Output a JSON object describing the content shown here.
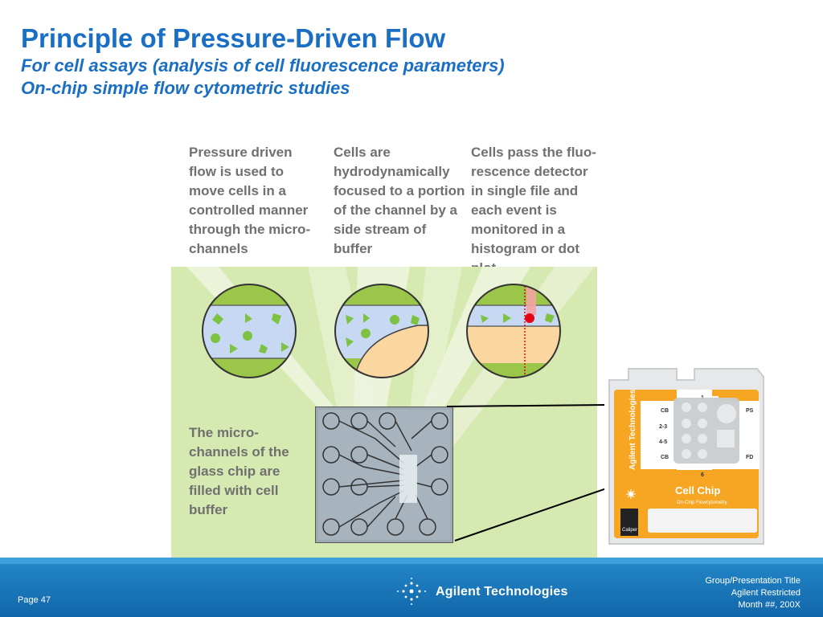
{
  "title": "Principle of Pressure-Driven Flow",
  "subtitle": "For cell assays (analysis of cell fluorescence parameters)",
  "subtitle2": "On-chip simple flow cytometric studies",
  "steps": [
    {
      "text": "Pressure driven flow is used to move cells in a controlled manner through the micro-channels"
    },
    {
      "text": "Cells are hydrodynamically focused to a portion of the channel by a side stream of buffer"
    },
    {
      "text": "Cells pass the fluo-rescence detector in single file and each event is monitored in a histogram or dot plot"
    }
  ],
  "chip_caption": "The micro-channels of the glass chip are filled with cell buffer",
  "cartridge": {
    "brand": "Agilent Technologies",
    "product": "Cell Chip",
    "product_sub": "On-Chip Flowcytometry",
    "labels": [
      "CB",
      "2-3",
      "4-5",
      "CB",
      "1",
      "6",
      "PS",
      "FD"
    ],
    "partner": "Caliper"
  },
  "footer": {
    "page": "Page 47",
    "logo": "Agilent Technologies",
    "right_lines": [
      "Group/Presentation Title",
      "Agilent Restricted",
      "Month ##, 200X"
    ]
  },
  "colors": {
    "title": "#1a6fc4",
    "panel_green": "#d6e9b0",
    "channel_blue": "#c7d8f3",
    "cell_green": "#7dc242",
    "buffer_orange": "#fad7a0",
    "detector_red": "#e30613",
    "footer_blue": "#1c7cc0",
    "cartridge_orange": "#f6a623"
  },
  "icons": [
    "agilent-spark-icon",
    "caliper-logo-icon"
  ]
}
